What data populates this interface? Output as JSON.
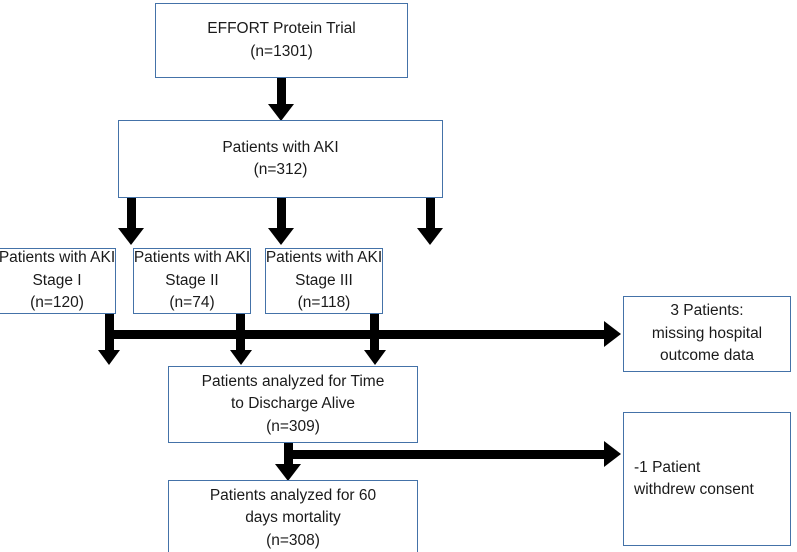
{
  "diagram": {
    "title": "EFFORT Protein Trial AKI patient flow diagram",
    "type": "flowchart",
    "border_color": "#4472a8",
    "connector_color": "#000000",
    "background_color": "#ffffff"
  },
  "nodes": {
    "effort": {
      "line1": "EFFORT Protein Trial",
      "line2": "(n=1301)",
      "n": 1301
    },
    "aki": {
      "line1": "Patients with AKI",
      "line2": "(n=312)",
      "n": 312
    },
    "stage1": {
      "line1": "Patients with AKI",
      "line2": "Stage I",
      "line3": "(n=120)",
      "n": 120
    },
    "stage2": {
      "line1": "Patients with AKI",
      "line2": "Stage II",
      "line3": "(n=74)",
      "n": 74
    },
    "stage3": {
      "line1": "Patients with AKI",
      "line2": "Stage III",
      "line3": "(n=118)",
      "n": 118
    },
    "missing": {
      "line1": "3 Patients:",
      "line2": "missing hospital",
      "line3": "outcome data",
      "n": 3
    },
    "discharge": {
      "line1": "Patients analyzed for Time",
      "line2": "to Discharge Alive",
      "line3": "(n=309)",
      "n": 309
    },
    "withdrew": {
      "line1": "-1 Patient",
      "line2": "withdrew consent",
      "n": 1
    },
    "mortality": {
      "line1": "Patients analyzed for 60",
      "line2": "days mortality",
      "line3": "(n=308)",
      "n": 308
    }
  },
  "chart_data": {
    "type": "flowchart",
    "title": "EFFORT Protein Trial AKI patient flow diagram",
    "nodes": [
      {
        "id": "effort",
        "label": "EFFORT Protein Trial",
        "n": 1301
      },
      {
        "id": "aki",
        "label": "Patients with AKI",
        "n": 312
      },
      {
        "id": "stage1",
        "label": "Patients with AKI Stage I",
        "n": 120
      },
      {
        "id": "stage2",
        "label": "Patients with AKI Stage II",
        "n": 74
      },
      {
        "id": "stage3",
        "label": "Patients with AKI Stage III",
        "n": 118
      },
      {
        "id": "missing",
        "label": "3 Patients: missing hospital outcome data",
        "n": 3
      },
      {
        "id": "discharge",
        "label": "Patients analyzed for Time to Discharge Alive",
        "n": 309
      },
      {
        "id": "withdrew",
        "label": "-1 Patient withdrew consent",
        "n": 1
      },
      {
        "id": "mortality",
        "label": "Patients analyzed for 60 days mortality",
        "n": 308
      }
    ],
    "edges": [
      {
        "from": "effort",
        "to": "aki"
      },
      {
        "from": "aki",
        "to": "stage1"
      },
      {
        "from": "aki",
        "to": "stage2"
      },
      {
        "from": "aki",
        "to": "stage3"
      },
      {
        "from": "stage1",
        "to": "discharge"
      },
      {
        "from": "stage2",
        "to": "discharge"
      },
      {
        "from": "stage3",
        "to": "discharge"
      },
      {
        "from": "stage3",
        "to": "missing"
      },
      {
        "from": "discharge",
        "to": "mortality"
      },
      {
        "from": "discharge",
        "to": "withdrew"
      }
    ]
  }
}
